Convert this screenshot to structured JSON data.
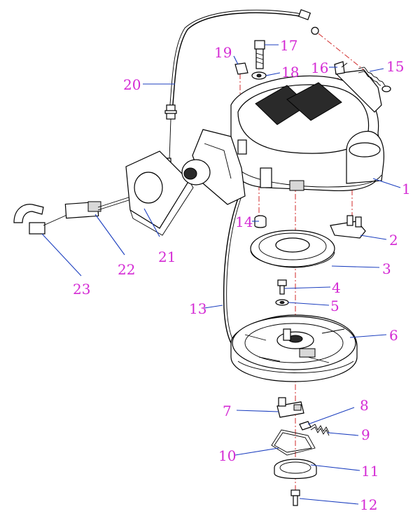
{
  "diagram": {
    "type": "exploded-parts-view",
    "colors": {
      "callout": "#d42ad4",
      "leader": "#1c3fbf",
      "axis": "#d12a2a",
      "line": "#000000"
    },
    "callouts": [
      {
        "id": "c1",
        "label": "1"
      },
      {
        "id": "c2",
        "label": "2"
      },
      {
        "id": "c3",
        "label": "3"
      },
      {
        "id": "c4",
        "label": "4"
      },
      {
        "id": "c5",
        "label": "5"
      },
      {
        "id": "c6",
        "label": "6"
      },
      {
        "id": "c7",
        "label": "7"
      },
      {
        "id": "c8",
        "label": "8"
      },
      {
        "id": "c9",
        "label": "9"
      },
      {
        "id": "c10",
        "label": "10"
      },
      {
        "id": "c11",
        "label": "11"
      },
      {
        "id": "c12",
        "label": "12"
      },
      {
        "id": "c13",
        "label": "13"
      },
      {
        "id": "c14",
        "label": "14"
      },
      {
        "id": "c15",
        "label": "15"
      },
      {
        "id": "c16",
        "label": "16"
      },
      {
        "id": "c17",
        "label": "17"
      },
      {
        "id": "c18",
        "label": "18"
      },
      {
        "id": "c19",
        "label": "19"
      },
      {
        "id": "c20",
        "label": "20"
      },
      {
        "id": "c21",
        "label": "21"
      },
      {
        "id": "c22",
        "label": "22"
      },
      {
        "id": "c23",
        "label": "23"
      }
    ]
  }
}
